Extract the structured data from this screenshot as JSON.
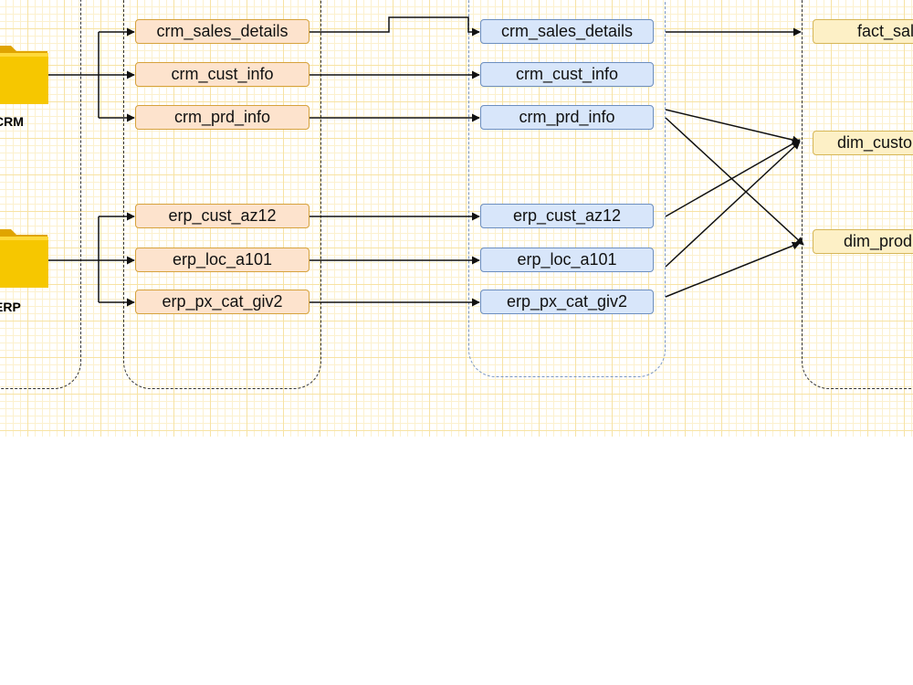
{
  "sources": {
    "crm_label": "CRM",
    "erp_label": "ERP"
  },
  "bronze": {
    "crm_sales_details": "crm_sales_details",
    "crm_cust_info": "crm_cust_info",
    "crm_prd_info": "crm_prd_info",
    "erp_cust_az12": "erp_cust_az12",
    "erp_loc_a101": "erp_loc_a101",
    "erp_px_cat_giv2": "erp_px_cat_giv2"
  },
  "silver": {
    "crm_sales_details": "crm_sales_details",
    "crm_cust_info": "crm_cust_info",
    "crm_prd_info": "crm_prd_info",
    "erp_cust_az12": "erp_cust_az12",
    "erp_loc_a101": "erp_loc_a101",
    "erp_px_cat_giv2": "erp_px_cat_giv2"
  },
  "gold": {
    "fact_sales": "fact_sales",
    "dim_customers": "dim_customers",
    "dim_products": "dim_products"
  },
  "colors": {
    "bronze_fill": "#fde3cd",
    "bronze_stroke": "#d6a23c",
    "silver_fill": "#d8e6fa",
    "silver_stroke": "#6c8ebf",
    "gold_fill": "#fdf0c6",
    "gold_stroke": "#d6b656",
    "folder": "#f5c400",
    "grid": "#f7e3a4"
  }
}
